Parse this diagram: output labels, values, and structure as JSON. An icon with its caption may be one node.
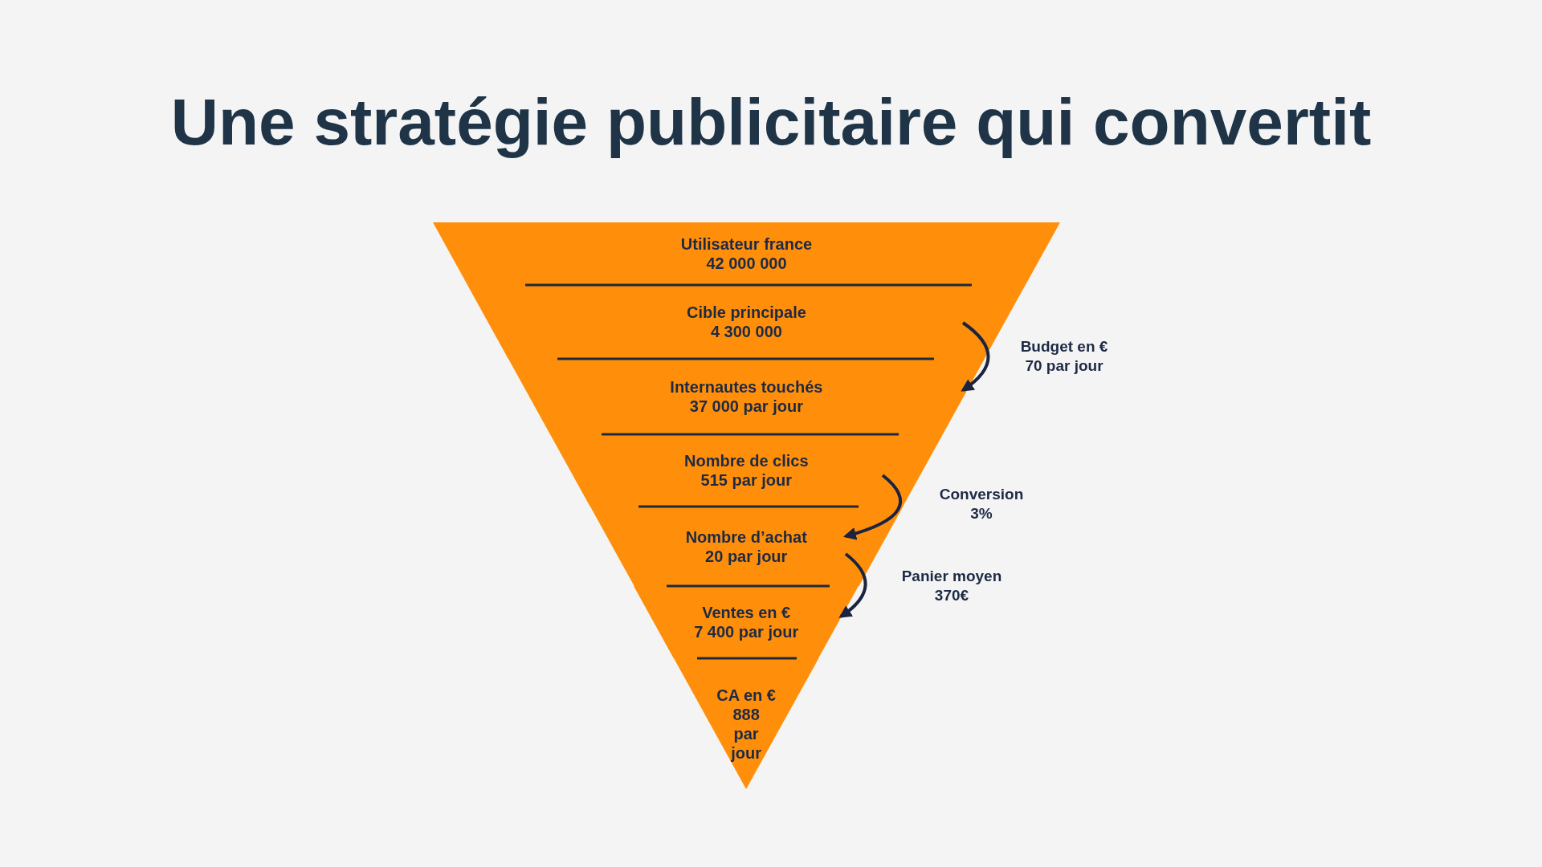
{
  "diagram": {
    "title": "Une stratégie publicitaire qui convertit",
    "nodes": [
      {
        "text": [
          "Utilisateur france 42 000 000"
        ]
      },
      {
        "text": [
          "Cible principale 4 300 000"
        ]
      },
      {
        "text": [
          "Internautes touchés 37 000 par jour"
        ]
      },
      {
        "text": [
          "Nombre de clics 515 par jour"
        ]
      },
      {
        "text": [
          "Nombre d’achat 20 par jour"
        ]
      },
      {
        "text": [
          "Ventes en € 7 400 par jour"
        ]
      },
      {
        "text": [
          "CA en € 888 par jour"
        ]
      }
    ],
    "edges": [
      {
        "from": 1,
        "to": 2,
        "arrow": "to",
        "label": "Budget en € 70 par jour"
      },
      {
        "from": 3,
        "to": 4,
        "arrow": "to",
        "label": "Conversion 3%"
      },
      {
        "from": 4,
        "to": 5,
        "arrow": "to",
        "label": "Panier moyen 370€"
      }
    ]
  }
}
